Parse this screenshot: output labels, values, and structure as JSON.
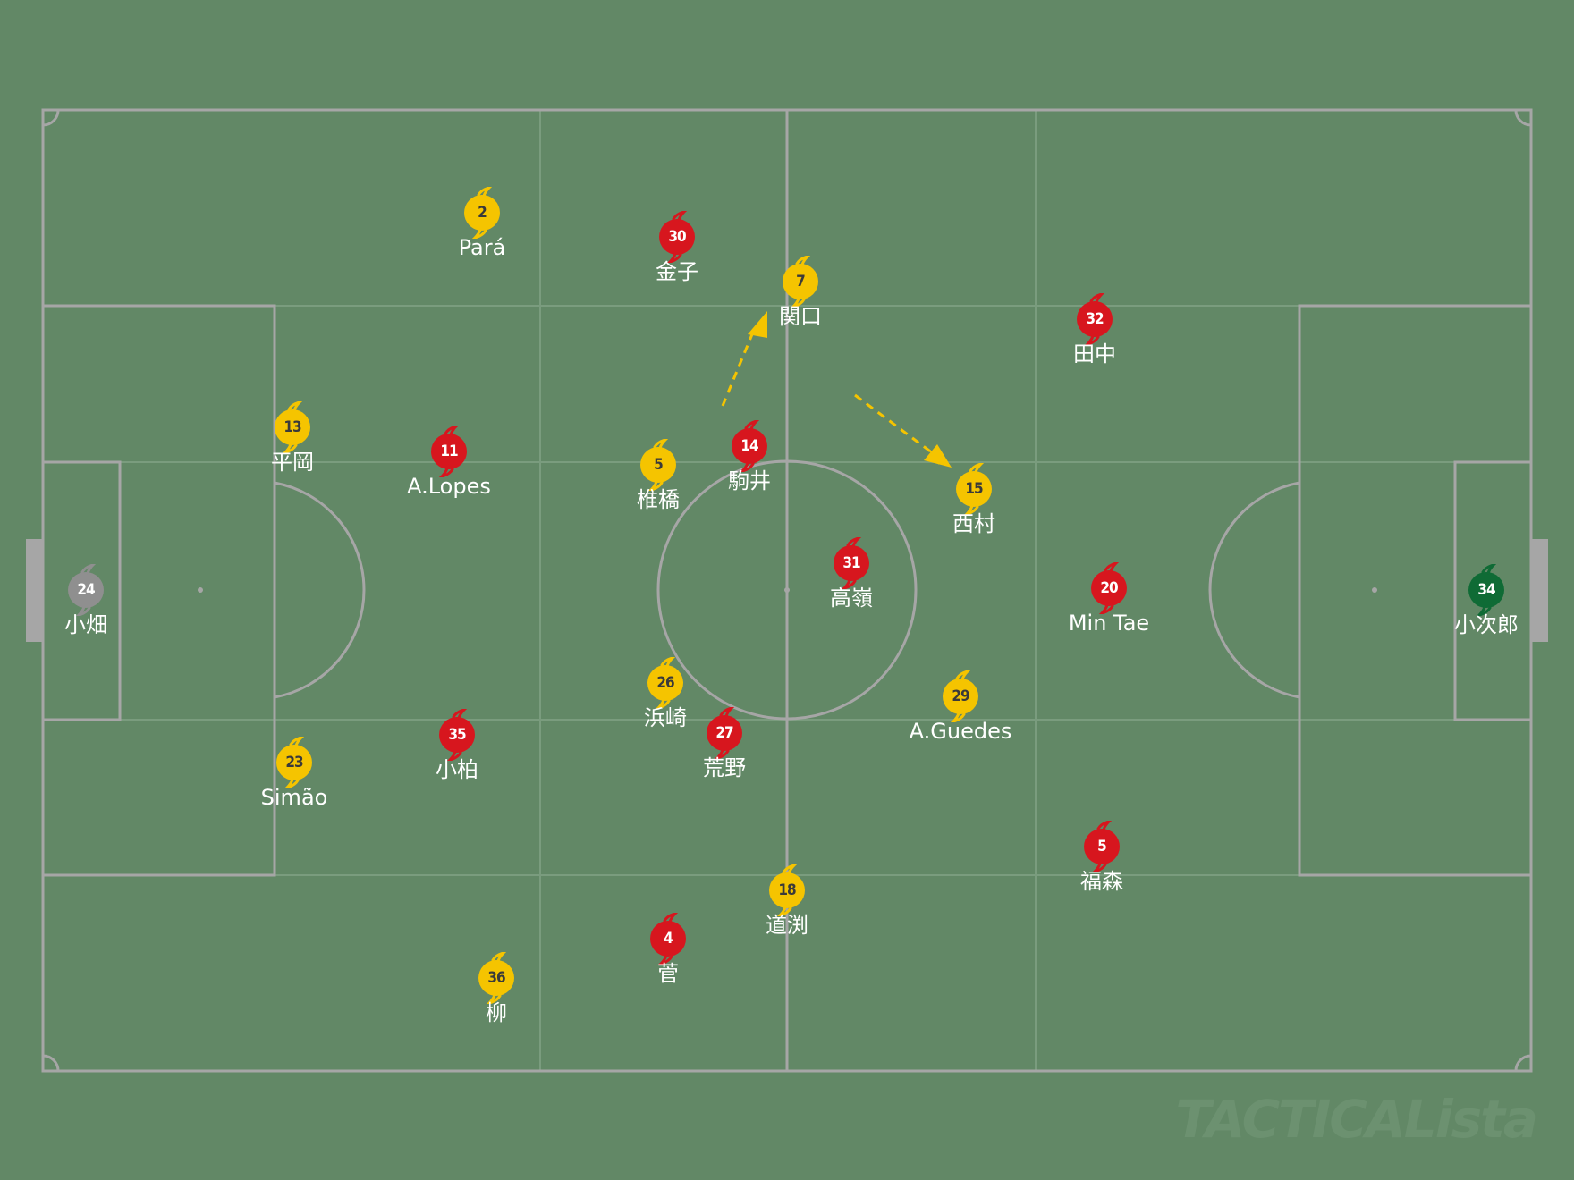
{
  "colors": {
    "background": "#628866",
    "lines": "#a6a6a6",
    "yellow_team": "#f5c400",
    "red_team": "#d7161e",
    "gk_left": "#8f8f8f",
    "gk_right": "#0f6b35",
    "arrow": "#f5c400"
  },
  "watermark": "TACTICALista",
  "players": [
    {
      "id": "yellow-2",
      "team": "yellow",
      "number": "2",
      "name": "Pará"
    },
    {
      "id": "yellow-7",
      "team": "yellow",
      "number": "7",
      "name": "関口"
    },
    {
      "id": "yellow-13",
      "team": "yellow",
      "number": "13",
      "name": "平岡"
    },
    {
      "id": "yellow-5",
      "team": "yellow",
      "number": "5",
      "name": "椎橋"
    },
    {
      "id": "yellow-15",
      "team": "yellow",
      "number": "15",
      "name": "西村"
    },
    {
      "id": "yellow-26",
      "team": "yellow",
      "number": "26",
      "name": "浜崎"
    },
    {
      "id": "yellow-29",
      "team": "yellow",
      "number": "29",
      "name": "A.Guedes"
    },
    {
      "id": "yellow-23",
      "team": "yellow",
      "number": "23",
      "name": "Simão"
    },
    {
      "id": "yellow-18",
      "team": "yellow",
      "number": "18",
      "name": "道渕"
    },
    {
      "id": "yellow-36",
      "team": "yellow",
      "number": "36",
      "name": "柳"
    },
    {
      "id": "gk-24",
      "team": "gk_left",
      "number": "24",
      "name": "小畑"
    },
    {
      "id": "red-30",
      "team": "red",
      "number": "30",
      "name": "金子"
    },
    {
      "id": "red-32",
      "team": "red",
      "number": "32",
      "name": "田中"
    },
    {
      "id": "red-11",
      "team": "red",
      "number": "11",
      "name": "A.Lopes"
    },
    {
      "id": "red-14",
      "team": "red",
      "number": "14",
      "name": "駒井"
    },
    {
      "id": "red-31",
      "team": "red",
      "number": "31",
      "name": "高嶺"
    },
    {
      "id": "red-20",
      "team": "red",
      "number": "20",
      "name": "Min Tae"
    },
    {
      "id": "red-35",
      "team": "red",
      "number": "35",
      "name": "小柏"
    },
    {
      "id": "red-27",
      "team": "red",
      "number": "27",
      "name": "荒野"
    },
    {
      "id": "red-5",
      "team": "red",
      "number": "5",
      "name": "福森"
    },
    {
      "id": "red-4",
      "team": "red",
      "number": "4",
      "name": "菅"
    },
    {
      "id": "gk-34",
      "team": "gk_right",
      "number": "34",
      "name": "小次郎"
    }
  ]
}
